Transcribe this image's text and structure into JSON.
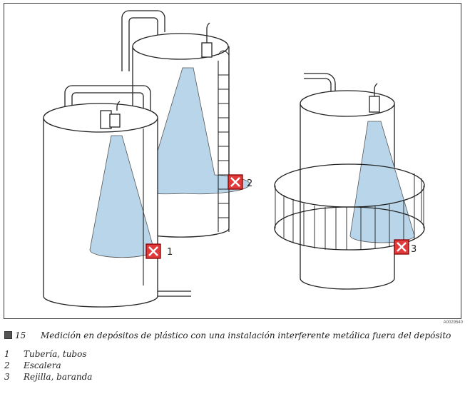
{
  "figure": {
    "code": "A0029540",
    "markers": [
      {
        "label": "1"
      },
      {
        "label": "2"
      },
      {
        "label": "3"
      }
    ],
    "colors": {
      "beam": "#b9d5ea",
      "marker": "#e03a3a"
    }
  },
  "caption": {
    "icon": "figure-icon",
    "number": "15",
    "text": "Medición en depósitos de plástico con una instalación interferente metálica fuera del depósito"
  },
  "legend": [
    {
      "num": "1",
      "text": "Tubería, tubos"
    },
    {
      "num": "2",
      "text": "Escalera"
    },
    {
      "num": "3",
      "text": "Rejilla, baranda"
    }
  ]
}
